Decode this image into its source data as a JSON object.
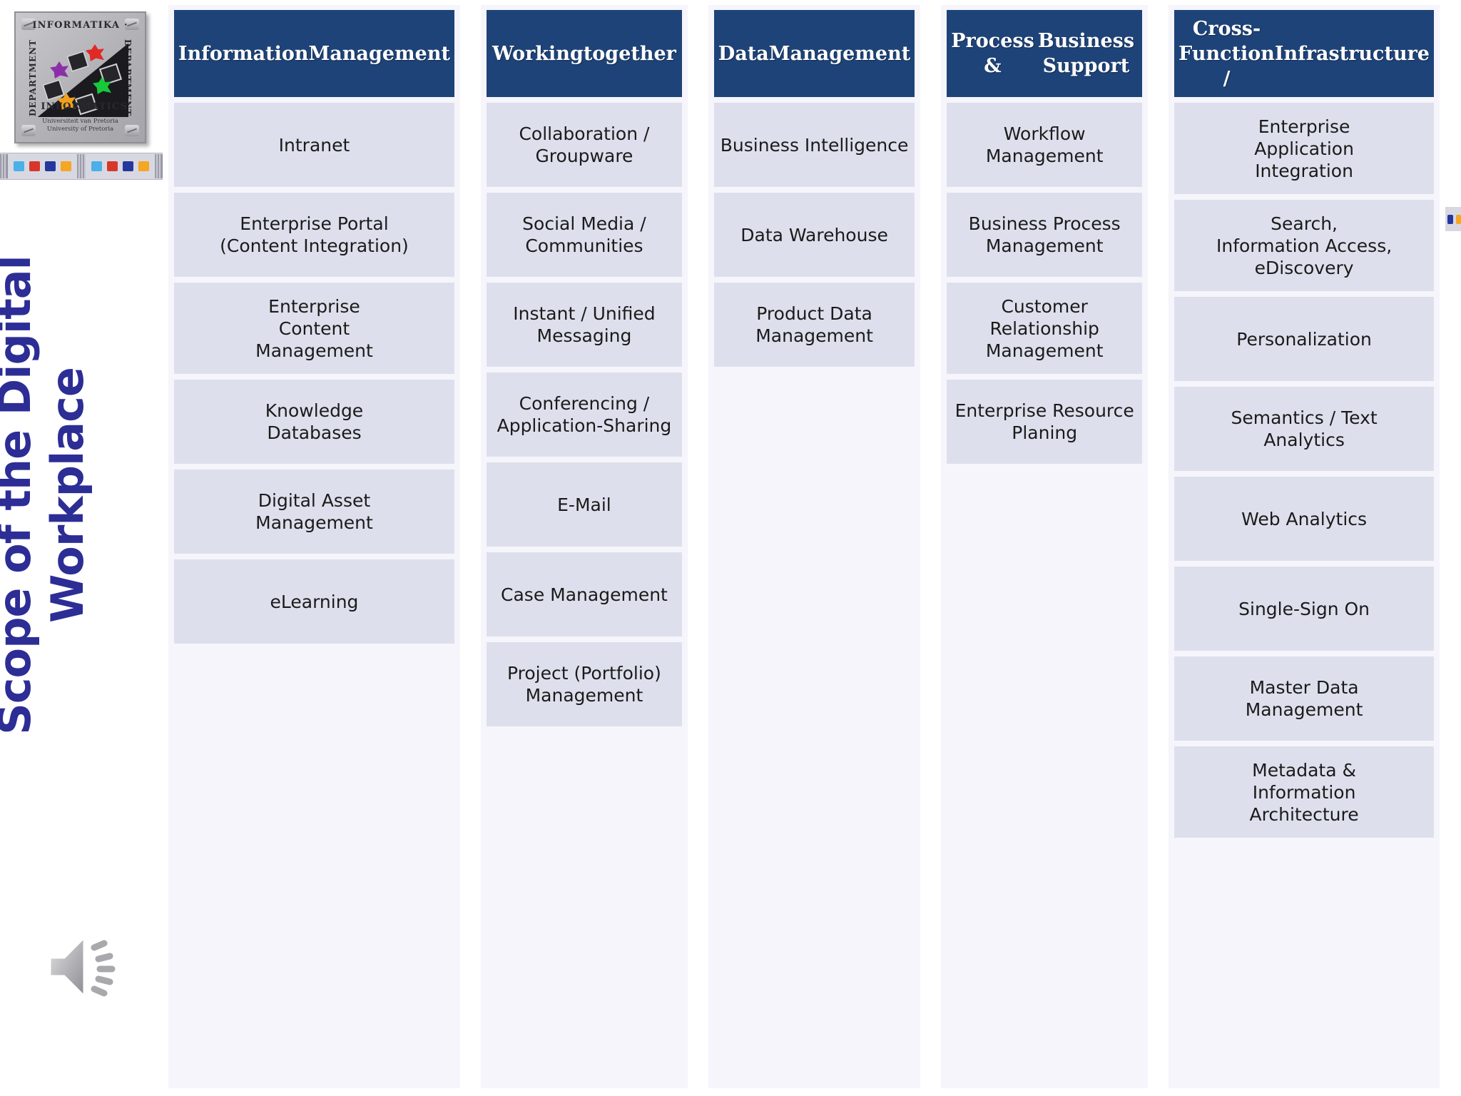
{
  "page": {
    "title_line1": "Scope of the Digital",
    "title_line2": "Workplace",
    "title_color": "#2d2d96",
    "header_color": "#1e4378",
    "card_color": "#dde0ec",
    "column_bg_color": "#f5f5fb"
  },
  "logo": {
    "top_text": "INFORMATIKA ·",
    "bottom_text": "· INFORMATICS",
    "left_text": "DEPARTMENT",
    "right_text": "DEPARTMENT",
    "university_line1": "Universiteit van Pretoria",
    "university_line2": "University of Pretoria"
  },
  "toolbar": {
    "icon_colors": [
      "#49b0e8",
      "#d8362a",
      "#23379c",
      "#f5a623"
    ]
  },
  "media": {
    "speaker_label": "Audio speaker"
  },
  "columns": [
    {
      "header": "Information\nManagement",
      "header_line1": "Information",
      "header_line2": "Management",
      "items": [
        "Intranet",
        "Enterprise Portal\n(Content Integration)",
        "Enterprise\nContent\nManagement",
        "Knowledge\nDatabases",
        "Digital Asset\nManagement",
        "eLearning"
      ]
    },
    {
      "header": "Working\ntogether",
      "header_line1": "Working",
      "header_line2": "together",
      "items": [
        "Collaboration /\nGroupware",
        "Social Media /\nCommunities",
        "Instant / Unified\nMessaging",
        "Conferencing /\nApplication-Sharing",
        "E-Mail",
        "Case Management",
        "Project (Portfolio)\nManagement"
      ]
    },
    {
      "header": "Data\nManagement",
      "header_line1": "Data",
      "header_line2": "Management",
      "items": [
        "Business Intelligence",
        "Data Warehouse",
        "Product Data\nManagement"
      ]
    },
    {
      "header": "Process &\nBusiness Support",
      "header_line1": "Process &",
      "header_line2": "Business Support",
      "items": [
        "Workflow\nManagement",
        "Business Process\nManagement",
        "Customer\nRelationship\nManagement",
        "Enterprise Resource\nPlaning"
      ]
    },
    {
      "header": "Cross-Function /\nInfrastructure",
      "header_line1": "Cross-Function /",
      "header_line2": "Infrastructure",
      "items": [
        "Enterprise\nApplication\nIntegration",
        "Search,\nInformation Access,\neDiscovery",
        "Personalization",
        "Semantics / Text\nAnalytics",
        "Web Analytics",
        "Single-Sign On",
        "Master Data\nManagement",
        "Metadata &\nInformation\nArchitecture"
      ]
    }
  ]
}
